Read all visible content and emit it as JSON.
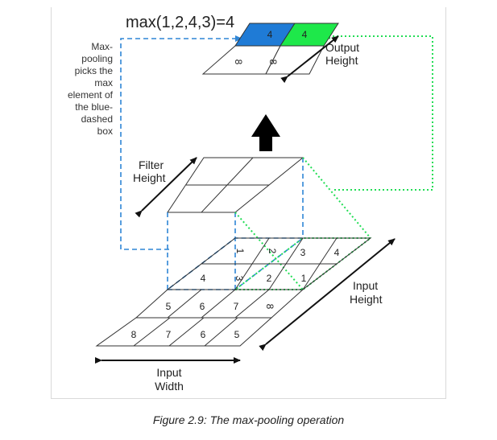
{
  "formula": "max(1,2,4,3)=4",
  "side_note": [
    "Max-",
    "pooling",
    "picks the",
    "max",
    "element of",
    "the blue-",
    "dashed",
    "box"
  ],
  "labels": {
    "output_height": [
      "Output",
      "Height"
    ],
    "filter_height": [
      "Filter",
      "Height"
    ],
    "input_height": [
      "Input",
      "Height"
    ],
    "input_width": [
      "Input",
      "Width"
    ]
  },
  "output_grid": [
    [
      "4",
      "4"
    ],
    [
      "8",
      "8"
    ]
  ],
  "input_grid": [
    [
      "",
      "1",
      "2",
      "3",
      "4"
    ],
    [
      "4",
      "3",
      "2",
      "1",
      ""
    ],
    [
      "5",
      "6",
      "7",
      "8",
      ""
    ],
    [
      "8",
      "7",
      "6",
      "5",
      ""
    ]
  ],
  "caption": "Figure 2.9: The max-pooling operation",
  "colors": {
    "blue": "#1f7bd6",
    "green": "#1ee84a",
    "dashed_blue": "#2f86d6",
    "dotted_green": "#22dd55",
    "line": "#333333"
  }
}
